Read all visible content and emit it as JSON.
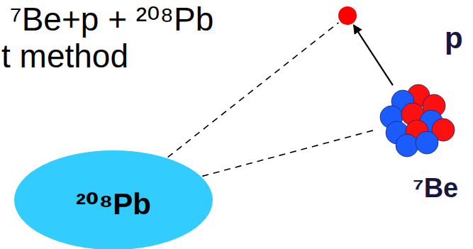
{
  "diagram": {
    "nodes": [
      {
        "text": [
          "p"
        ]
      },
      {
        "text": [
          "⁷Be"
        ]
      },
      {
        "text": [
          "²⁰⁸Pb"
        ]
      }
    ],
    "edges": [
      {
        "from": 2,
        "to": 0,
        "arrow": "none"
      },
      {
        "from": 2,
        "to": 1,
        "arrow": "none"
      },
      {
        "from": 1,
        "to": 0,
        "arrow": "to"
      }
    ],
    "labels": [
      "⁷Be+p + ²⁰⁸Pb",
      "t method"
    ]
  }
}
